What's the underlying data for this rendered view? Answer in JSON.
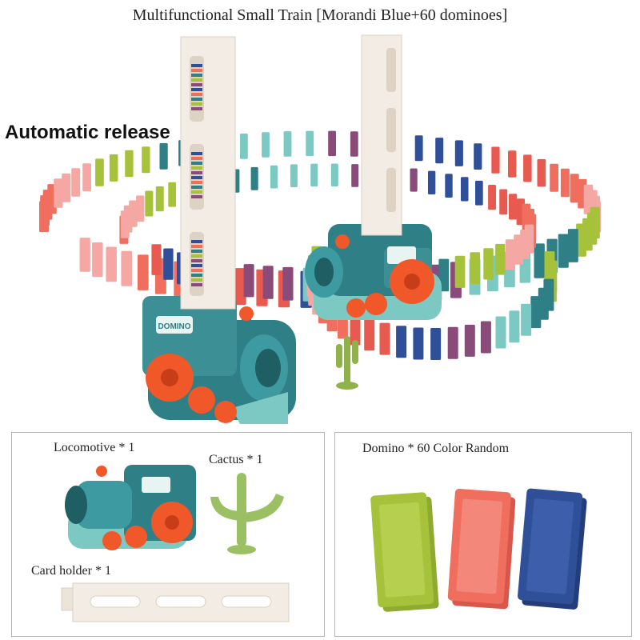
{
  "title": "Multifunctional Small Train [Morandi Blue+60 dominoes]",
  "hero": {
    "release_label": "Automatic release",
    "badge_text": "DOMINO"
  },
  "contents": {
    "locomotive_label": "Locomotive * 1",
    "cactus_label": "Cactus * 1",
    "card_holder_label": "Card holder * 1",
    "domino_label": "Domino * 60 Color Random"
  },
  "colors": {
    "train_body": "#2f7f86",
    "train_light": "#5fb3b0",
    "wheel": "#f0582a",
    "domino_green": "#a6c23a",
    "domino_coral": "#ef6e5e",
    "domino_blue": "#2f4f98",
    "holder": "#f3ece4"
  }
}
